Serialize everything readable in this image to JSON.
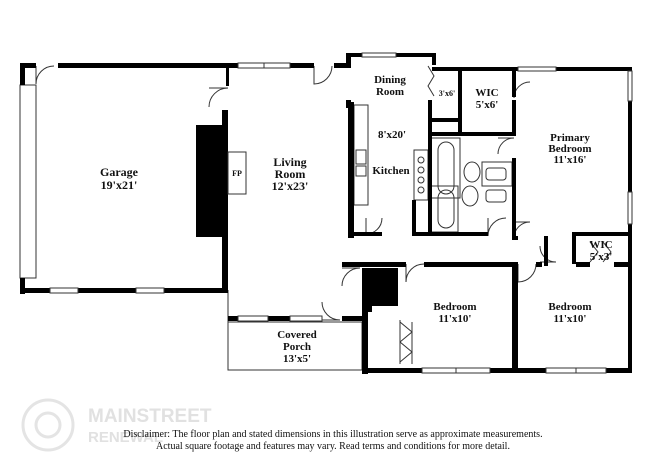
{
  "rooms": {
    "garage": {
      "name": "Garage",
      "size": "19'x21'"
    },
    "fireplace": {
      "label": "FP"
    },
    "living_room": {
      "name_line1": "Living",
      "name_line2": "Room",
      "size": "12'x23'"
    },
    "dining_room": {
      "name_line1": "Dining",
      "name_line2": "Room"
    },
    "kitchen": {
      "size": "8'x20'",
      "name": "Kitchen"
    },
    "closet_small": {
      "size": "3'x6'"
    },
    "wic_top": {
      "name": "WIC",
      "size": "5'x6'"
    },
    "primary_bedroom": {
      "name_line1": "Primary",
      "name_line2": "Bedroom",
      "size": "11'x16'"
    },
    "wic_right": {
      "name": "WIC",
      "size": "5'x3'"
    },
    "bedroom_middle": {
      "name": "Bedroom",
      "size": "11'x10'"
    },
    "bedroom_right": {
      "name": "Bedroom",
      "size": "11'x10'"
    },
    "covered_porch": {
      "name_line1": "Covered",
      "name_line2": "Porch",
      "size": "13'x5'"
    }
  },
  "disclaimer": {
    "line1": "Disclaimer: The floor plan and stated dimensions in this illustration serve as approximate measurements.",
    "line2": "Actual square footage and features may vary. Read terms and conditions for more detail."
  },
  "watermark": {
    "line1": "MAINSTREET",
    "line2": "RENEWAL"
  },
  "colors": {
    "wall": "#000000",
    "line": "#333333",
    "background": "#ffffff",
    "watermark": "#e1e1e1"
  }
}
